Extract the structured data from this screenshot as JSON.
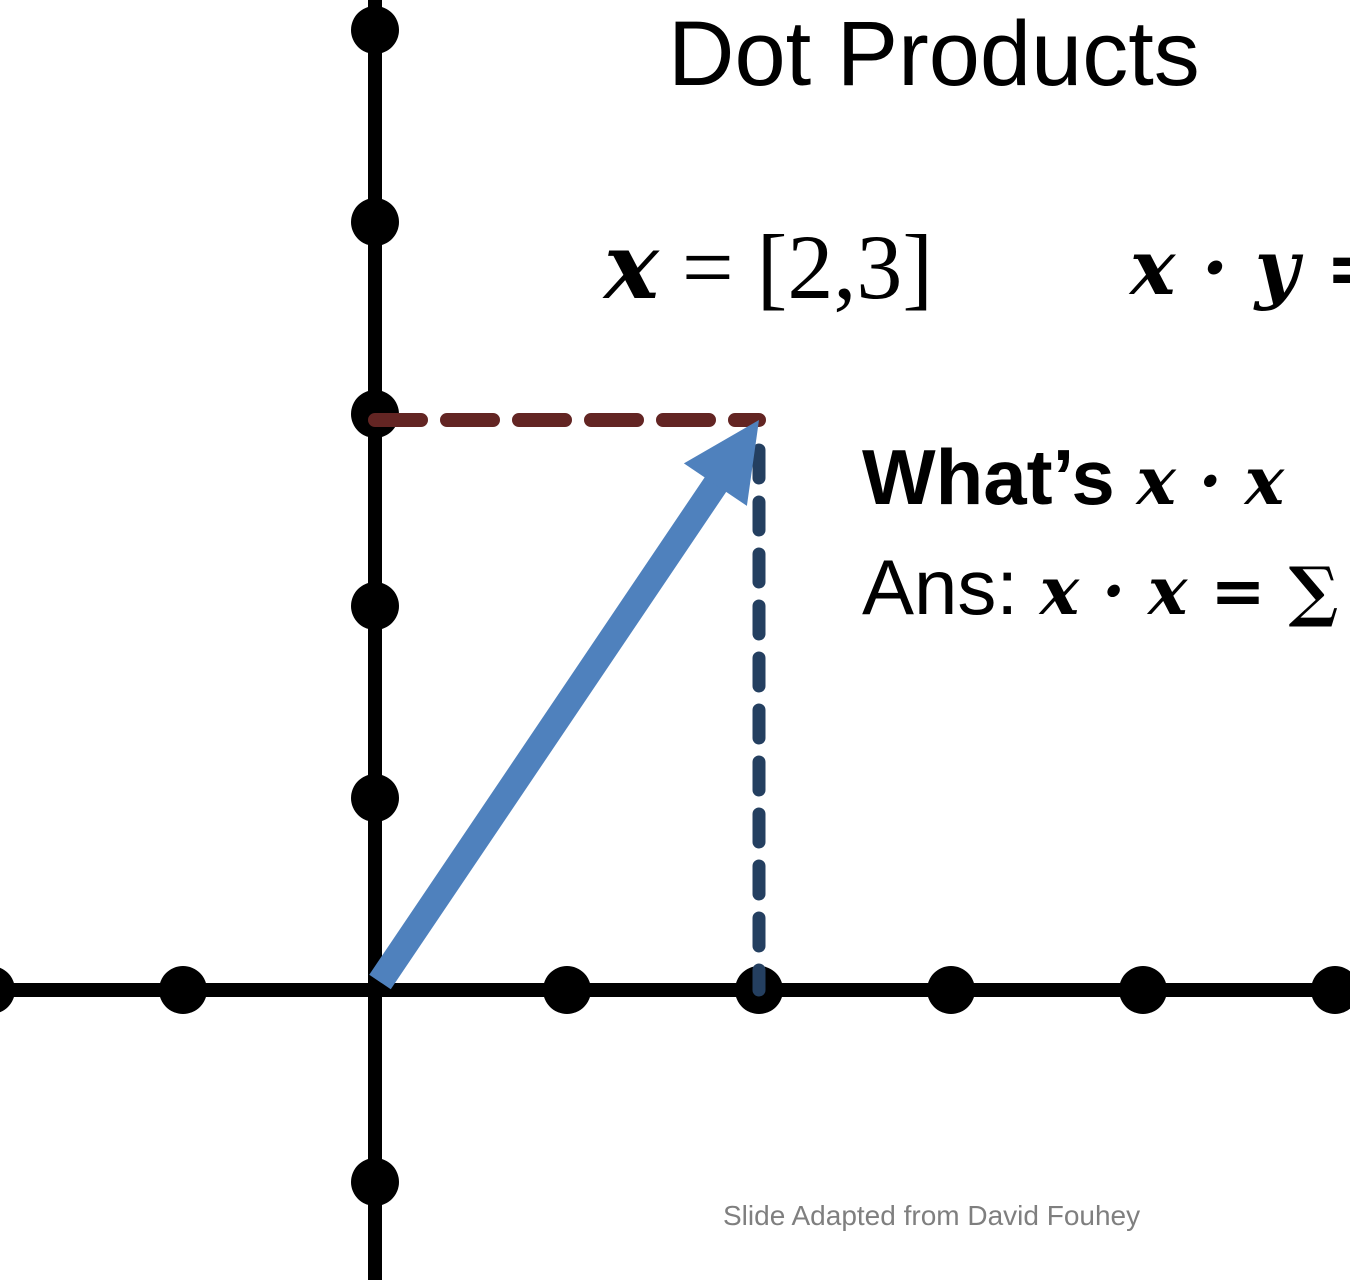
{
  "slide": {
    "title": "Dot Products",
    "definition": {
      "lhs": "x",
      "equals": " = ",
      "vector": "[2,3]"
    },
    "dot_formula": {
      "lhs": "x · y =",
      "rhs": ""
    },
    "question": {
      "label": "What’s",
      "expr": "x · x"
    },
    "answer": {
      "label": "Ans:",
      "expr": "x · x = ∑"
    },
    "credit": "Slide Adapted from David Fouhey"
  },
  "diagram": {
    "vector": [
      2,
      3
    ],
    "tick_spacing": 1,
    "x_ticks": [
      -2,
      -1,
      1,
      2,
      3,
      4,
      5
    ],
    "y_ticks": [
      -1,
      1,
      2,
      3,
      4,
      5
    ],
    "colors": {
      "axis": "#000000",
      "vector": "#4f81bd",
      "horizontal_projection": "#632523",
      "vertical_projection": "#243f60"
    }
  }
}
